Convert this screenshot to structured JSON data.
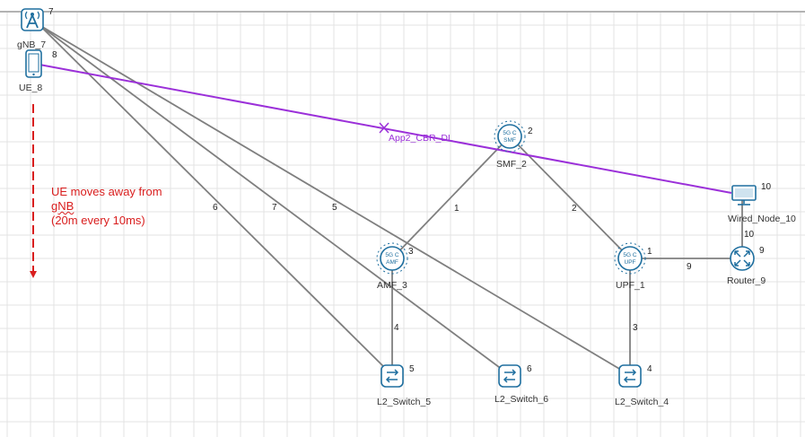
{
  "colors": {
    "grid": "#e3e3e3",
    "link": "#7f7f7f",
    "app_flow": "#9b30d9",
    "note": "#d91e1e",
    "device": "#1f6f9f"
  },
  "nodes": [
    {
      "id": "gnb",
      "label": "gNB_7",
      "id_label": "7",
      "icon": "antenna-icon"
    },
    {
      "id": "ue",
      "label": "UE_8",
      "id_label": "8",
      "icon": "phone-icon"
    },
    {
      "id": "smf",
      "label": "SMF_2",
      "id_label": "2",
      "icon": "core-smf-icon",
      "badge_top": "5G C",
      "badge_bottom": "SMF"
    },
    {
      "id": "amf",
      "label": "AMF_3",
      "id_label": "3",
      "icon": "core-amf-icon",
      "badge_top": "5G C",
      "badge_bottom": "AMF"
    },
    {
      "id": "upf",
      "label": "UPF_1",
      "id_label": "1",
      "icon": "core-upf-icon",
      "badge_top": "5G C",
      "badge_bottom": "UPF"
    },
    {
      "id": "wired",
      "label": "Wired_Node_10",
      "id_label": "10",
      "icon": "monitor-icon"
    },
    {
      "id": "router",
      "label": "Router_9",
      "id_label": "9",
      "icon": "router-icon"
    },
    {
      "id": "sw5",
      "label": "L2_Switch_5",
      "id_label": "5",
      "icon": "switch-icon"
    },
    {
      "id": "sw6",
      "label": "L2_Switch_6",
      "id_label": "6",
      "icon": "switch-icon"
    },
    {
      "id": "sw4",
      "label": "L2_Switch_4",
      "id_label": "4",
      "icon": "switch-icon"
    }
  ],
  "links": [
    {
      "id": "link-gnb-sw5",
      "label": "6"
    },
    {
      "id": "link-gnb-sw6",
      "label": "7"
    },
    {
      "id": "link-gnb-sw4",
      "label": "5"
    },
    {
      "id": "link-smf-amf",
      "label": "1"
    },
    {
      "id": "link-smf-upf",
      "label": "2"
    },
    {
      "id": "link-amf-sw5",
      "label": "4"
    },
    {
      "id": "link-upf-sw4",
      "label": "3"
    },
    {
      "id": "link-upf-router",
      "label": "9"
    },
    {
      "id": "link-router-wired",
      "label": "10"
    }
  ],
  "application": {
    "label": "App2_CBR_DL"
  },
  "annotation": {
    "lines": [
      "UE moves away from",
      "gNB",
      "(20m every 10ms)"
    ]
  }
}
